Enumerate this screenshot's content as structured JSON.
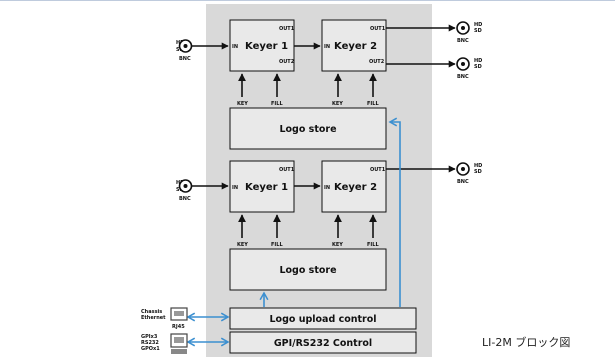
{
  "caption": "LI-2M ブロック図",
  "connector": {
    "hd": "HD",
    "sd": "SD",
    "bnc": "BNC"
  },
  "keyer": {
    "keyer1": "Keyer 1",
    "keyer2": "Keyer 2",
    "in": "IN",
    "out1": "OUT1",
    "out2": "OUT2",
    "key": "KEY",
    "fill": "FILL"
  },
  "logo_store": "Logo store",
  "logo_upload": "Logo upload control",
  "gpi_control": "GPI/RS232 Control",
  "chassis_label": [
    "Chassis",
    "Ethernet"
  ],
  "rj45": "RJ45",
  "gpi_label": [
    "GPIx3",
    "RS232",
    "GPOx1"
  ],
  "colors": {
    "panel": "#d9d9d9",
    "arrow_blue": "#3b8fd0",
    "box": "#e9e9e9"
  }
}
